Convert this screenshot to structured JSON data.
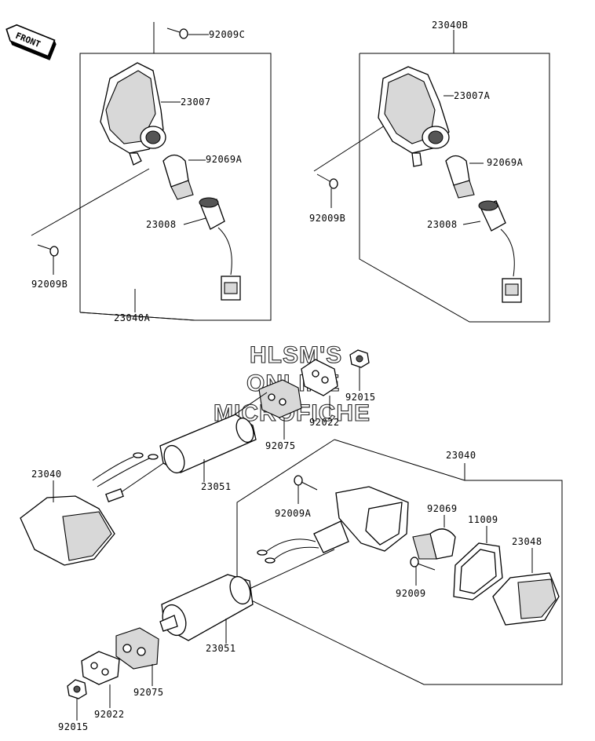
{
  "front_badge": "FRONT",
  "watermark": {
    "line1": "HLSM'S",
    "line2": "ONLINE",
    "line3": "MICROFICHE"
  },
  "labels": {
    "p92009C": "92009C",
    "p23007": "23007",
    "p92069A_l": "92069A",
    "p23008_l": "23008",
    "p92009B_l": "92009B",
    "p23040A": "23040A",
    "p23040B": "23040B",
    "p23007A": "23007A",
    "p92069A_r": "92069A",
    "p92009B_r": "92009B",
    "p23008_r": "23008",
    "p92015_top": "92015",
    "p92022_top": "92022",
    "p92075_top": "92075",
    "p23040_left": "23040",
    "p23051_top": "23051",
    "p23040_right": "23040",
    "p92009A": "92009A",
    "p92069": "92069",
    "p11009": "11009",
    "p23048": "23048",
    "p92009": "92009",
    "p23051_bot": "23051",
    "p92075_bot": "92075",
    "p92022_bot": "92022",
    "p92015_bot": "92015"
  }
}
